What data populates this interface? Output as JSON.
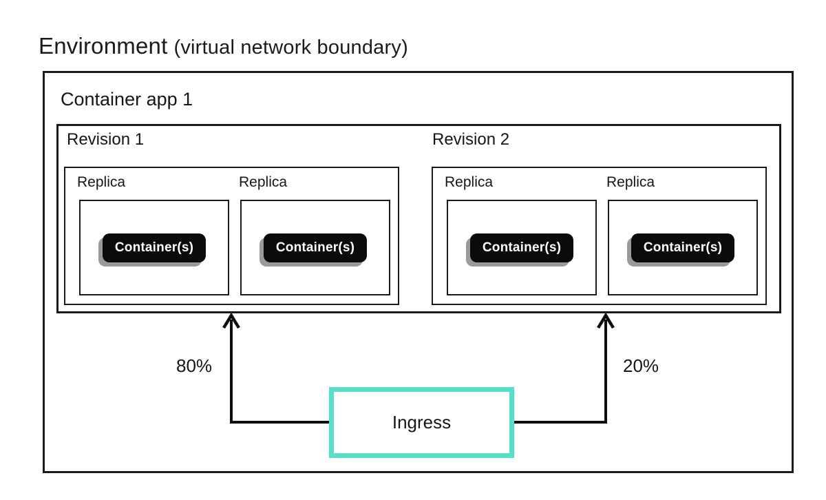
{
  "title": {
    "main": "Environment",
    "suffix": "(virtual network boundary)"
  },
  "environment": {
    "container_app": {
      "label": "Container app 1",
      "revisions": [
        {
          "label": "Revision 1",
          "traffic": "80%",
          "replicas": [
            {
              "label": "Replica",
              "container": "Container(s)"
            },
            {
              "label": "Replica",
              "container": "Container(s)"
            }
          ]
        },
        {
          "label": "Revision 2",
          "traffic": "20%",
          "replicas": [
            {
              "label": "Replica",
              "container": "Container(s)"
            },
            {
              "label": "Replica",
              "container": "Container(s)"
            }
          ]
        }
      ]
    },
    "ingress": {
      "label": "Ingress"
    }
  },
  "colors": {
    "line": "#1a1a1a",
    "ingress_border": "#58dfca",
    "pill_background": "#0b0b0b",
    "pill_shadow": "#9a9a9a",
    "text": "#161616"
  }
}
